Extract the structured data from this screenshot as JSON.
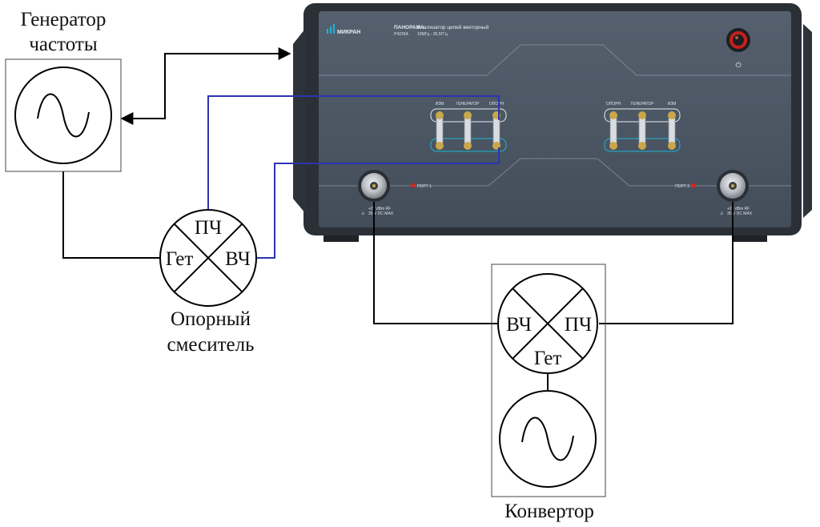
{
  "generator": {
    "title_line1": "Генератор",
    "title_line2": "частоты"
  },
  "ref_mixer": {
    "port_if": "ПЧ",
    "port_lo": "Гет",
    "port_rf": "ВЧ",
    "title_line1": "Опорный",
    "title_line2": "смеситель"
  },
  "converter": {
    "port_rf": "ВЧ",
    "port_if": "ПЧ",
    "port_lo": "Гет",
    "title": "Конвертор"
  },
  "device": {
    "brand": "МИКРАН",
    "series": "ПАНОРАМА",
    "model": "Р4226А",
    "name": "Анализатор цепей векторный",
    "range": "10МГц - 26,5ГГц",
    "left_block_labels": [
      "ИЗМ",
      "ГЕНЕРАТОР",
      "ОПОРН"
    ],
    "right_block_labels": [
      "ОПОРН",
      "ГЕНЕРАТОР",
      "ИЗМ"
    ],
    "port1_label": "ПОРТ 1",
    "port2_label": "ПОРТ 2",
    "port1_spec": [
      "+27 dBm RF",
      "35 V DC MAX"
    ],
    "port2_spec": [
      "+27 dBm RF",
      "35 V DC MAX"
    ],
    "power_symbol": "⏻"
  },
  "colors": {
    "line": "#000000",
    "ref_line": "#2b35b0",
    "panel": "#4a5563",
    "frame": "#2c3138",
    "accent_cyan": "#1ab7d8",
    "power_red": "#c8201a"
  }
}
